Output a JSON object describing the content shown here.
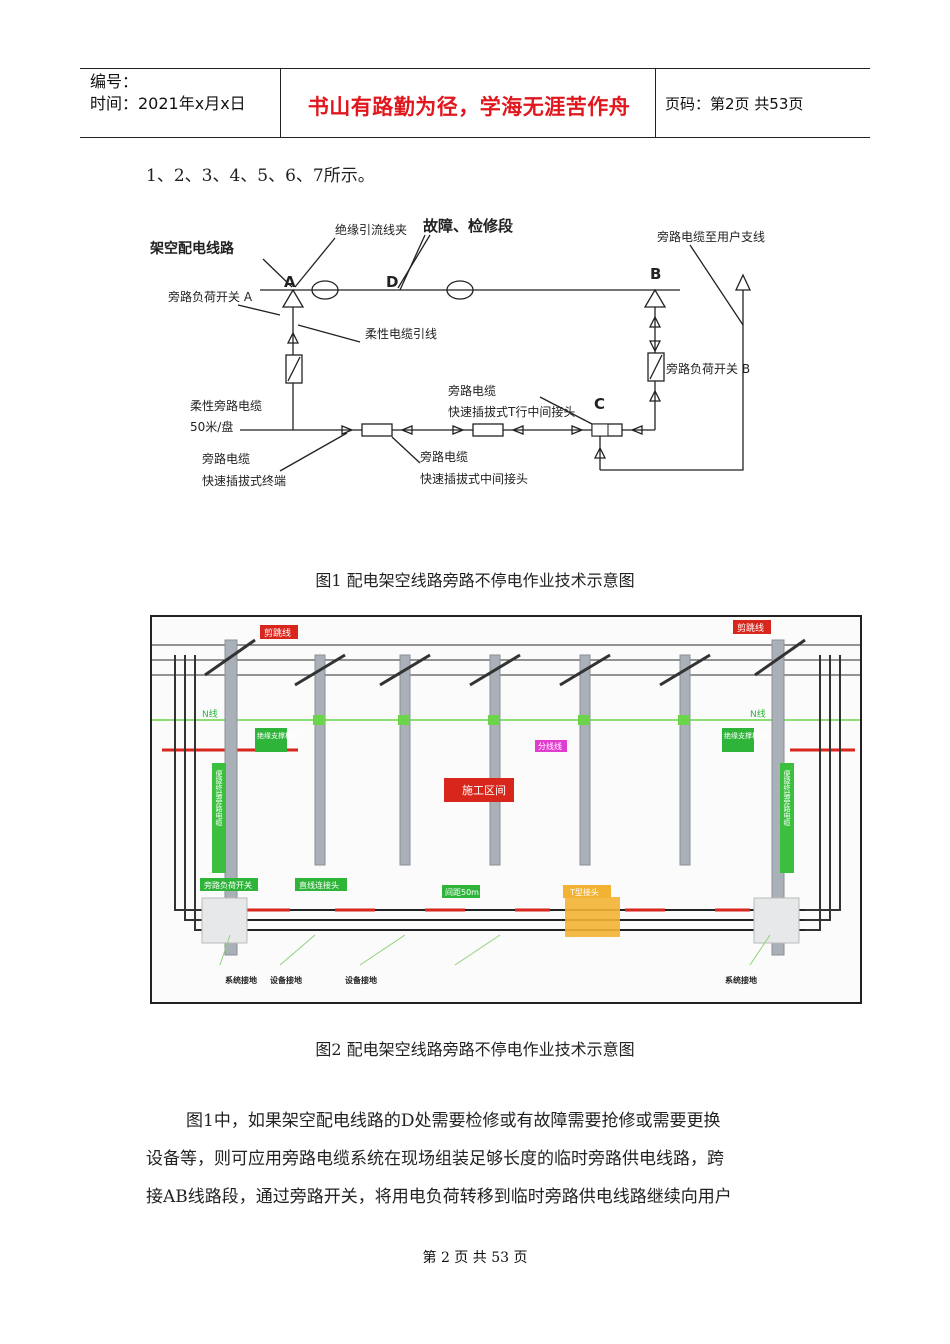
{
  "header": {
    "number_label": "编号：",
    "time_label": "时间：2021年x月x日",
    "motto": "书山有路勤为径，学海无涯苦作舟",
    "page_label": "页码：第2页  共53页"
  },
  "intro_line": "1、2、3、4、5、6、7所示。",
  "figure1": {
    "caption": "图1  配电架空线路旁路不停电作业技术示意图",
    "labels": {
      "overhead_line": "架空配电线路",
      "insulated_clamp": "绝缘引流线夹",
      "fault_section": "故障、检修段",
      "bypass_to_user": "旁路电缆至用户支线",
      "point_a": "A",
      "point_d": "D",
      "point_b": "B",
      "point_c": "C",
      "switch_a": "旁路负荷开关 A",
      "switch_b": "旁路负荷开关 B",
      "flexible_lead": "柔性电缆引线",
      "flexible_cable": "柔性旁路电缆",
      "per_reel": "50米/盘",
      "bypass_cable_1": "旁路电缆",
      "quick_terminal": "快速插拔式终端",
      "bypass_cable_2": "旁路电缆",
      "quick_mid_joint": "快速插拔式中间接头",
      "bypass_cable_3": "旁路电缆",
      "quick_t_joint": "快速插拔式T行中间接头"
    }
  },
  "figure2": {
    "caption": "图2  配电架空线路旁路不停电作业技术示意图",
    "labels": {
      "cut_jumper_left": "剪跳线",
      "cut_jumper_right": "剪跳线",
      "n_line_left": "N线",
      "n_line_right": "N线",
      "support_left": "绝缘支撑横担",
      "support_right": "绝缘支撑横担",
      "branch_line": "分线线",
      "work_zone": "施工区间",
      "terminal_left": "便捷终端旁路电缆",
      "terminal_right": "便捷终端旁路电缆",
      "load_switch": "旁路负荷开关",
      "straight_joint": "直线连接头",
      "span": "间距50m",
      "t_joint": "T型接头",
      "system_ground_left": "系统接地",
      "equipment_ground_1": "设备接地",
      "equipment_ground_2": "设备接地",
      "system_ground_right": "系统接地"
    }
  },
  "paragraph": {
    "line1": "图1中，如果架空配电线路的D处需要检修或有故障需要抢修或需要更换",
    "line2": "设备等，则可应用旁路电缆系统在现场组装足够长度的临时旁路供电线路，跨",
    "line3": "接AB线路段，通过旁路开关，将用电负荷转移到临时旁路供电线路继续向用户"
  },
  "footer": "第 2 页 共 53 页",
  "colors": {
    "motto_red": "#e1171e",
    "label_red": "#d9261c",
    "label_green": "#2fb43a",
    "t_joint_orange": "#f2b233",
    "branch_pink": "#e23bd0"
  }
}
